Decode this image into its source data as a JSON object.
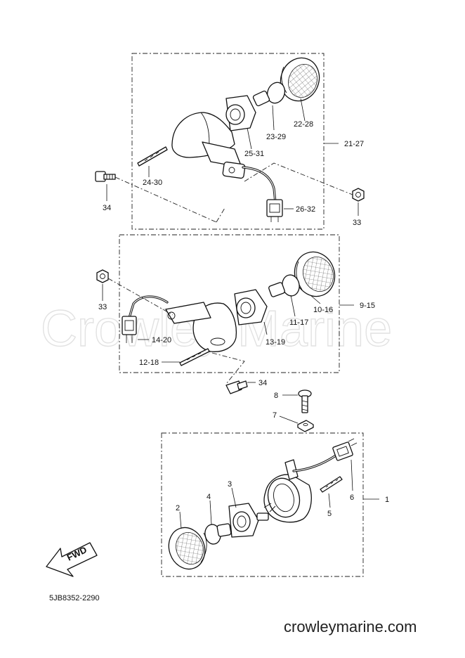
{
  "watermark": "Crowley Marine",
  "drawing_code": "5JB8352-2290",
  "website": "crowleymarine.com",
  "direction_label": "FWD",
  "callouts": {
    "c_21_27": "21-27",
    "c_22_28": "22-28",
    "c_23_29": "23-29",
    "c_25_31": "25-31",
    "c_24_30": "24-30",
    "c_34a": "34",
    "c_33a": "33",
    "c_26_32": "26-32",
    "c_9_15": "9-15",
    "c_10_16": "10-16",
    "c_11_17": "11-17",
    "c_13_19": "13-19",
    "c_33b": "33",
    "c_14_20": "14-20",
    "c_12_18": "12-18",
    "c_34b": "34",
    "c_8": "8",
    "c_7": "7",
    "c_1": "1",
    "c_2": "2",
    "c_3": "3",
    "c_4": "4",
    "c_5": "5",
    "c_6": "6"
  }
}
